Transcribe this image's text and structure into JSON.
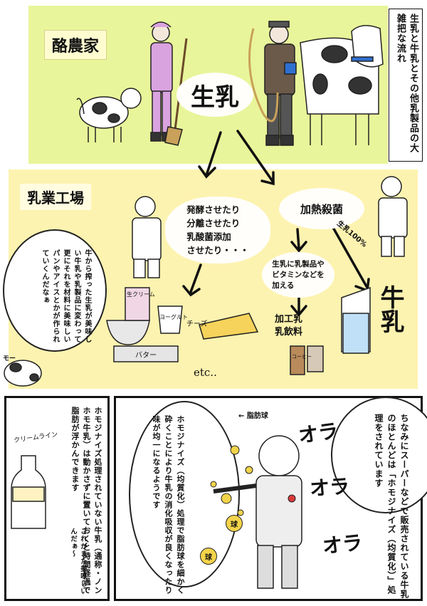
{
  "title": "生乳と牛乳とその他乳製品の大雑把な流れ",
  "panel1": {
    "label": "酪農家",
    "product": "生乳"
  },
  "panel2": {
    "label": "乳業工場",
    "process_ferment": "発酵させたり\n分離させたり\n乳酸菌添加\nさせたり・・・",
    "process_heat": "加熱殺菌",
    "process_add": "生乳に乳製品や\nビタミンなどを\n加える",
    "processed_products": "加工乳\n乳飲料",
    "raw_milk_pct": "生乳100%",
    "milk": "牛乳",
    "product_labels": [
      "生クリーム",
      "ヨーグルト",
      "チーズ",
      "バター",
      "コーヒー"
    ],
    "etc": "etc..",
    "left_bubble": "牛から搾った生乳が美味しい牛乳や乳製品に変わって更にそれを材料に美味しいパンやアイスとかが作られていくんだなぁ",
    "moo": "モー"
  },
  "panel3": {
    "text": "ホモジナイズ処理されていない牛乳（通称・ノンホモ牛乳）は動かさずに置いておくと時間経過で脂肪が浮かんできます",
    "cream_line": "クリームライン",
    "quote": "これがまた美味しいんだぁ〜"
  },
  "panel4": {
    "text_right": "ちなみにスーパーなどで販売されている牛乳のほとんどは「ホモジナイズ（均質化）」処理をされています",
    "fat_globule": "← 脂肪球",
    "text_left": "ホモジナイズ（均質化）処理で脂肪球を細かく砕くことにより牛乳の消化吸収が良くなったり味が均一になるようです",
    "ora": "オラ",
    "ball": "球"
  },
  "colors": {
    "panel1_bg": "#e9f59a",
    "panel2_bg": "#fdf3b0",
    "cow_collar": "#2e6fd0",
    "overalls": "#d9a3e0",
    "cheese": "#f6d35a"
  }
}
